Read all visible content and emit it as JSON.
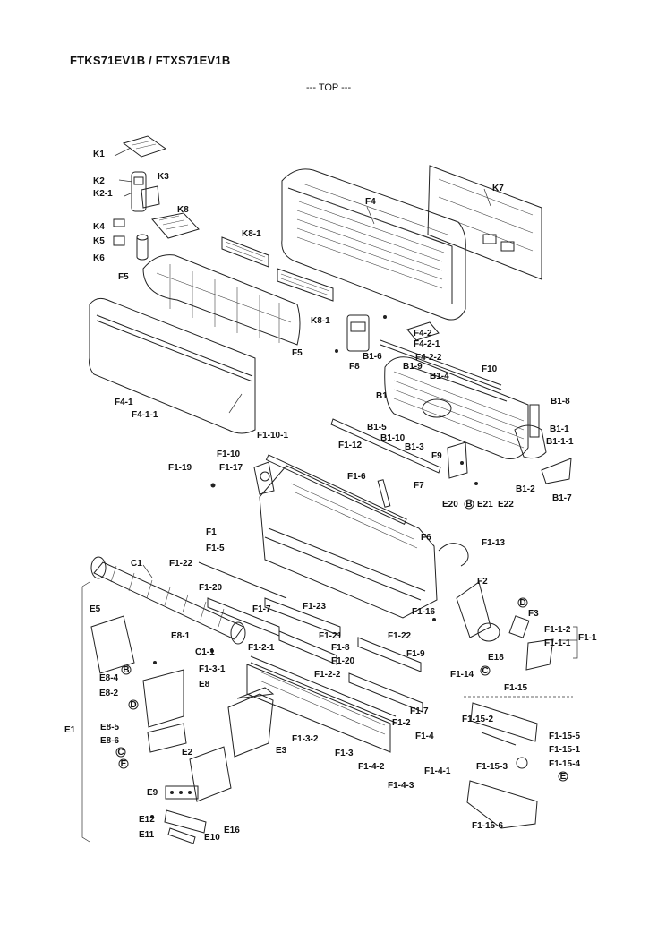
{
  "header": {
    "title": "FTKS71EV1B / FTXS71EV1B",
    "view_label": "--- TOP ---"
  },
  "part_labels": [
    "K1",
    "K2",
    "K2-1",
    "K3",
    "K4",
    "K5",
    "K6",
    "K7",
    "K8",
    "K8-1",
    "K8-1",
    "F4",
    "F5",
    "F5",
    "F4-1",
    "F4-1-1",
    "F8",
    "F4-2",
    "F4-2-1",
    "F4-2-2",
    "B1-6",
    "B1-9",
    "B1-4",
    "F10",
    "B1",
    "B1-5",
    "B1-10",
    "B1-3",
    "B1-8",
    "B1-1",
    "B1-1-1",
    "F1-10-1",
    "F1-10",
    "F1-12",
    "F9",
    "F1-19",
    "F1-17",
    "F1-6",
    "F7",
    "E20",
    "E21",
    "E22",
    "B1-2",
    "B1-7",
    "F1",
    "F1-5",
    "F6",
    "F1-13",
    "C1",
    "F1-22",
    "F1-20",
    "F1-7",
    "F1-23",
    "F2",
    "F3",
    "F1-16",
    "F1-1-2",
    "F1-1-1",
    "F1-1",
    "E5",
    "C1-1",
    "E8-1",
    "F1-21",
    "F1-8",
    "F1-22",
    "F1-2-1",
    "F1-20",
    "F1-9",
    "E18",
    "F1-14",
    "F1-15",
    "F1-3-1",
    "F1-2-2",
    "E8-4",
    "E8-2",
    "E8",
    "F1-7",
    "F1-2",
    "F1-15-2",
    "F1-15-5",
    "F1-4",
    "F1-15-1",
    "E8-5",
    "E8-6",
    "F1-3-2",
    "F1-3",
    "E3",
    "F1-15-3",
    "F1-15-4",
    "E1",
    "E2",
    "F1-4-2",
    "F1-4-1",
    "F1-4-3",
    "E9",
    "F1-15-6",
    "E12",
    "E16",
    "E11",
    "E10"
  ],
  "connector_marks": [
    "B",
    "B",
    "C",
    "C",
    "D",
    "D",
    "E",
    "E"
  ]
}
